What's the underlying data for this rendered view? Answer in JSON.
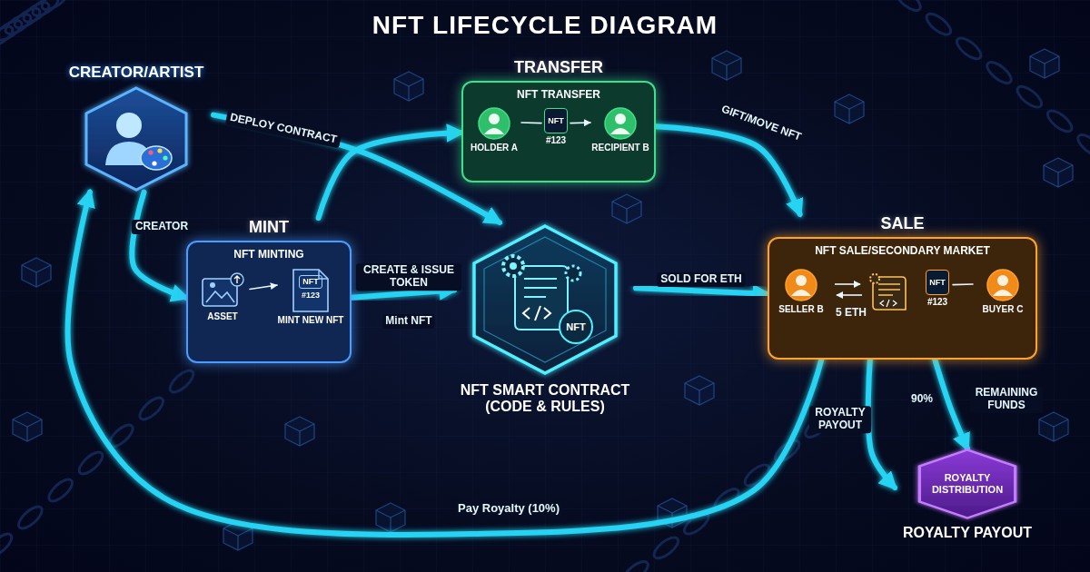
{
  "diagram": {
    "title": "NFT LIFECYCLE DIAGRAM",
    "nodes": [
      {
        "text": [
          "CREATOR/ARTIST"
        ]
      },
      {
        "text": [
          "TRANSFER",
          "NFT TRANSFER"
        ]
      },
      {
        "text": [
          "HOLDER A"
        ],
        "in": 1
      },
      {
        "text": [
          "NFT",
          "#123"
        ],
        "in": 1
      },
      {
        "text": [
          "RECIPIENT B"
        ],
        "in": 1
      },
      {
        "text": [
          "MINT",
          "NFT MINTING"
        ]
      },
      {
        "text": [
          "ASSET"
        ],
        "in": 5
      },
      {
        "text": [
          "NFT",
          "#123",
          "MINT NEW NFT"
        ],
        "in": 5
      },
      {
        "text": [
          "NFT",
          "NFT SMART CONTRACT (CODE & RULES)"
        ]
      },
      {
        "text": [
          "SALE",
          "NFT SALE/SECONDARY MARKET"
        ]
      },
      {
        "text": [
          "SELLER B"
        ],
        "in": 9
      },
      {
        "text": [
          "NFT",
          "#123"
        ],
        "in": 9
      },
      {
        "text": [
          "BUYER C"
        ],
        "in": 9
      },
      {
        "text": [
          "ROYALTY DISTRIBUTION",
          "ROYALTY PAYOUT"
        ]
      }
    ],
    "edges": [
      {
        "from": 0,
        "to": 8,
        "label": "DEPLOY CONTRACT",
        "arrow": "to"
      },
      {
        "from": 0,
        "to": 5,
        "label": "CREATOR",
        "arrow": "to"
      },
      {
        "from": 5,
        "to": 8,
        "label": "CREATE & ISSUE TOKEN",
        "arrow": "to"
      },
      {
        "from": 5,
        "to": 1,
        "arrow": "to"
      },
      {
        "from": 1,
        "to": 9,
        "label": "GIFT/MOVE NFT",
        "arrow": "to"
      },
      {
        "from": 8,
        "to": 9,
        "label": "SOLD FOR ETH",
        "arrow": "to"
      },
      {
        "from": 9,
        "to": 13,
        "label": "ROYALTY PAYOUT",
        "arrow": "to"
      },
      {
        "from": 9,
        "to": 13,
        "label": "REMAINING FUNDS",
        "arrow": "to"
      },
      {
        "from": 9,
        "to": 0,
        "label": "Pay Royalty (10%)",
        "arrow": "to"
      },
      {
        "from": 2,
        "to": 3,
        "arrow": "none"
      },
      {
        "from": 3,
        "to": 4,
        "arrow": "to"
      },
      {
        "from": 6,
        "to": 7,
        "arrow": "to"
      },
      {
        "from": 11,
        "to": 12,
        "arrow": "none"
      }
    ],
    "labels": [
      "Mint NFT",
      "5 ETH",
      "90%"
    ]
  }
}
